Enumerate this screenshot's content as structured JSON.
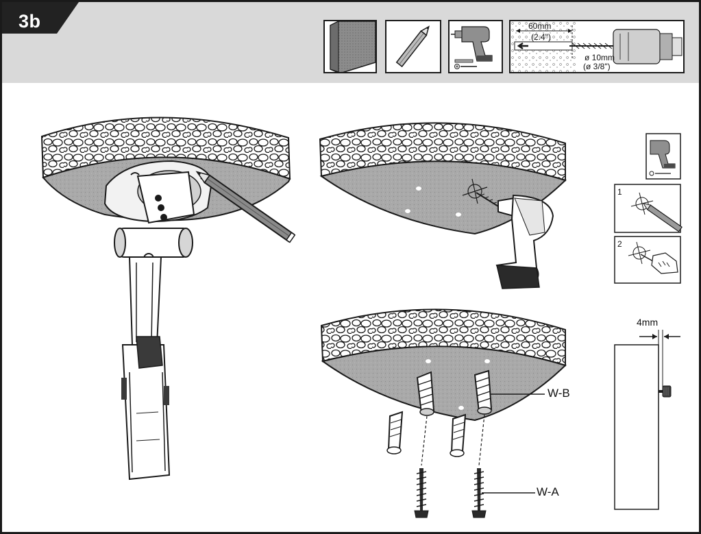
{
  "step": {
    "label": "3b"
  },
  "drill_spec": {
    "depth_mm": "60mm",
    "depth_in": "(2.4\")",
    "diameter_mm": "ø 10mm",
    "diameter_in": "(ø 3/8\")"
  },
  "substeps": [
    "1",
    "2"
  ],
  "parts": {
    "wb": "W-B",
    "wa": "W-A"
  },
  "gap": {
    "label": "4mm"
  },
  "colors": {
    "header_bg": "#d9d9d9",
    "tab": "#222222",
    "ceiling": "#a9a9a9",
    "frame": "#1a1a1a"
  },
  "icons": [
    "board-icon",
    "pencil-icon",
    "drill-icon",
    "drill-depth-icon",
    "stone-ceiling-icon",
    "mount-bracket-icon",
    "anchor-icon",
    "screw-icon"
  ]
}
